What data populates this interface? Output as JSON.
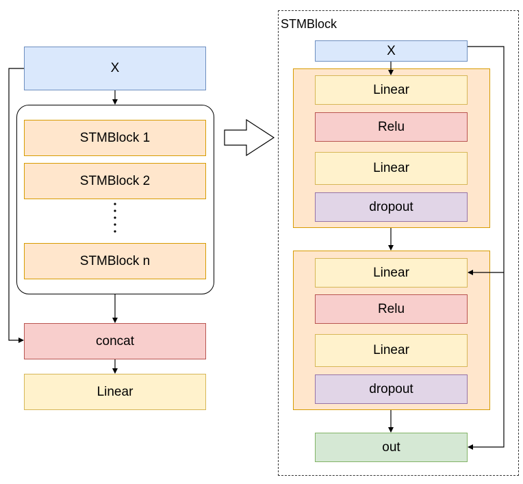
{
  "left": {
    "input": "X",
    "blocks": [
      "STMBlock 1",
      "STMBlock 2",
      "STMBlock n"
    ],
    "ellipsis": "⋮",
    "concat": "concat",
    "linear": "Linear"
  },
  "right": {
    "title": "STMBlock",
    "input": "X",
    "group1": [
      "Linear",
      "Relu",
      "Linear",
      "dropout"
    ],
    "group2": [
      "Linear",
      "Relu",
      "Linear",
      "dropout"
    ],
    "output": "out"
  }
}
